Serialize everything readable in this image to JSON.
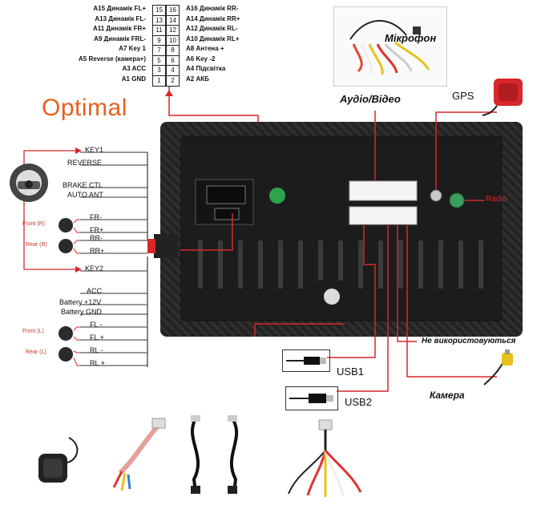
{
  "brand": "Optimal",
  "pinout": {
    "rows": [
      {
        "left_label": "A15 Динамік FL+",
        "left_pin": "15",
        "right_pin": "16",
        "right_label": "A16 Динамік RR-"
      },
      {
        "left_label": "A13 Динамік FL-",
        "left_pin": "13",
        "right_pin": "14",
        "right_label": "A14 Динамік RR+"
      },
      {
        "left_label": "A11 Динамік FR+",
        "left_pin": "11",
        "right_pin": "12",
        "right_label": "A12 Динамік RL-"
      },
      {
        "left_label": "A9 Динамік FRL-",
        "left_pin": "9",
        "right_pin": "10",
        "right_label": "A10 Динамік RL+"
      },
      {
        "left_label": "A7 Key 1",
        "left_pin": "7",
        "right_pin": "8",
        "right_label": "A8 Антена +"
      },
      {
        "left_label": "A5 Reverse (камера+)",
        "left_pin": "5",
        "right_pin": "6",
        "right_label": "A6 Key -2"
      },
      {
        "left_label": "A3 ACC",
        "left_pin": "3",
        "right_pin": "4",
        "right_label": "A4 Підсвітка"
      },
      {
        "left_label": "A1 GND",
        "left_pin": "1",
        "right_pin": "2",
        "right_label": "A2 АКБ"
      }
    ]
  },
  "harness_labels": {
    "key1": "KEY1",
    "reverse": "REVERSE",
    "brake": "BRAKE CTL",
    "auto_ant": "AUTO ANT",
    "fr_minus": "FR-",
    "fr_plus": "FR+",
    "rr_minus": "RR-",
    "rr_plus": "RR+",
    "key2": "KEY2",
    "acc": "ACC",
    "battery12": "Battery +12V",
    "battery_gnd": "Battery GND",
    "fl_minus": "FL -",
    "fl_plus": "FL +",
    "rl_minus": "RL -",
    "rl_plus": "RL +"
  },
  "speaker_tags": {
    "front_r": "Front (R)",
    "rear_r": "Rear (R)",
    "front_l": "Front (L)",
    "rear_l": "Rear (L)"
  },
  "callouts": {
    "microphone": "Мікрофон",
    "audio_video": "Аудіо/Відео",
    "gps": "GPS",
    "radio": "Radio",
    "not_used": "Не використовуються",
    "usb1": "USB1",
    "usb2": "USB2",
    "camera": "Камера"
  },
  "colors": {
    "brand": "#e8601c",
    "wire_red": "#d8262a",
    "panel": "#2a2a2a",
    "radio_text": "#d8262a"
  }
}
